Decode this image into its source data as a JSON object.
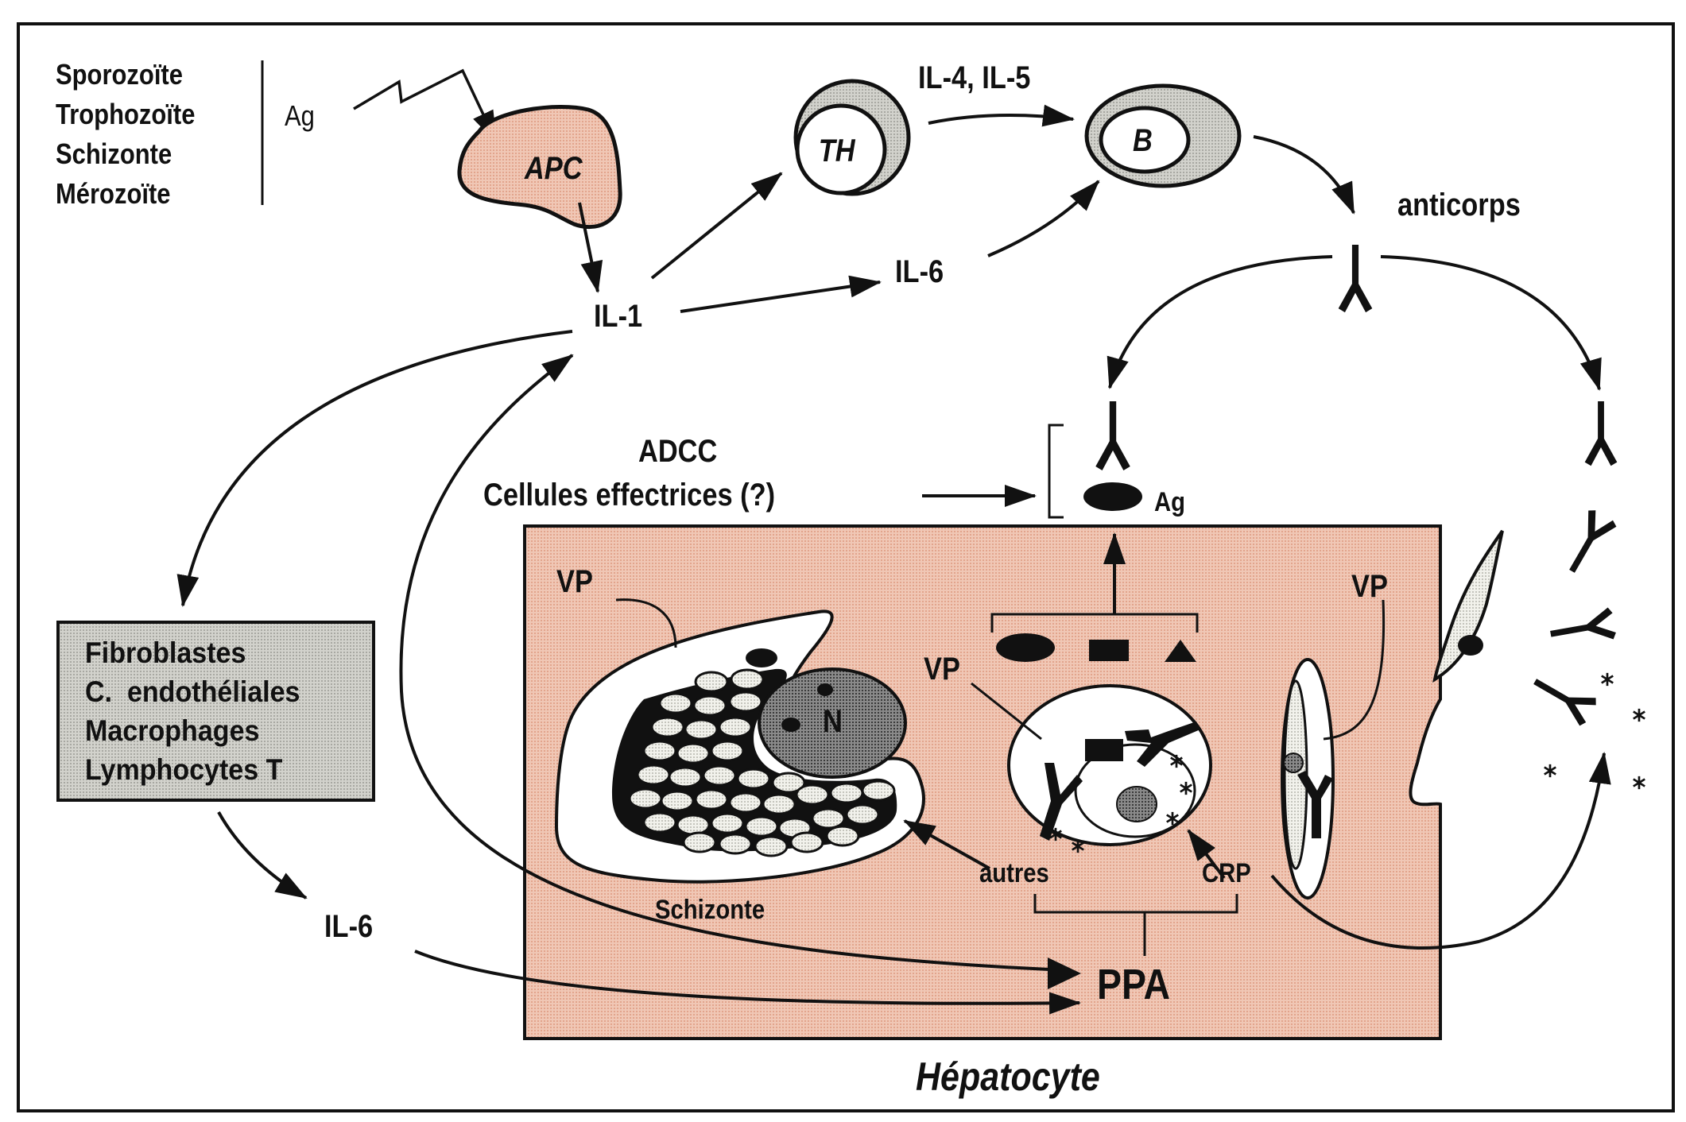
{
  "figure": {
    "parasite_stages": [
      "Sporozoïte",
      "Trophozoïte",
      "Schizonte",
      "Mérozoïte"
    ],
    "antigen_label": "Ag",
    "cells": {
      "apc": "APC",
      "th": "TH",
      "b": "B"
    },
    "cytokines": {
      "il1": "IL-1",
      "il4_il5": "IL-4, IL-5",
      "il6_top": "IL-6",
      "il6_bottom": "IL-6"
    },
    "antibodies_label": "anticorps",
    "adcc": {
      "line1": "ADCC",
      "line2": "Cellules effectrices (?)"
    },
    "target_antigen_label": "Ag",
    "producer_cells_box": [
      "Fibroblastes",
      "C.  endothéliales",
      "Macrophages",
      "Lymphocytes T"
    ],
    "hepatocyte": {
      "label": "Hépatocyte",
      "vp_labels": [
        "VP",
        "VP",
        "VP"
      ],
      "nucleus_label": "N",
      "schizont_label": "Schizonte",
      "autres_label": "autres",
      "crp_label": "CRP",
      "ppa_label": "PPA"
    },
    "colors": {
      "hepatocyte_fill": "#edbfab",
      "apc_fill": "#eebba7",
      "gray_fill": "#c9c9c4",
      "nucleus_fill": "#6e6e6e",
      "ink": "#111111"
    }
  }
}
